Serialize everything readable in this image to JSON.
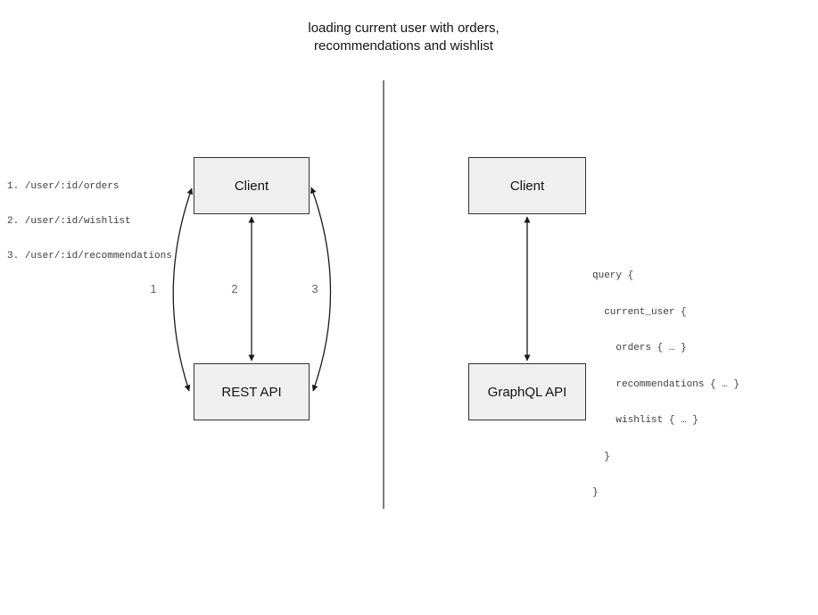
{
  "title": "loading current user with orders,\nrecommendations and wishlist",
  "rest_side": {
    "client_label": "Client",
    "api_label": "REST API",
    "endpoints": [
      "1. /user/:id/orders",
      "2. /user/:id/wishlist",
      "3. /user/:id/recommendations"
    ],
    "arrow_labels": [
      "1",
      "2",
      "3"
    ]
  },
  "graphql_side": {
    "client_label": "Client",
    "api_label": "GraphQL API",
    "query_lines": [
      "query {",
      "  current_user {",
      "    orders { … }",
      "    recommendations { … }",
      "    wishlist { … }",
      "  }",
      "}"
    ]
  },
  "colors": {
    "box_fill": "#efefef",
    "box_border": "#333333",
    "arrow": "#1a1a1a",
    "muted_label": "#666666",
    "divider": "#555555",
    "code_text": "#3d3d3d"
  }
}
